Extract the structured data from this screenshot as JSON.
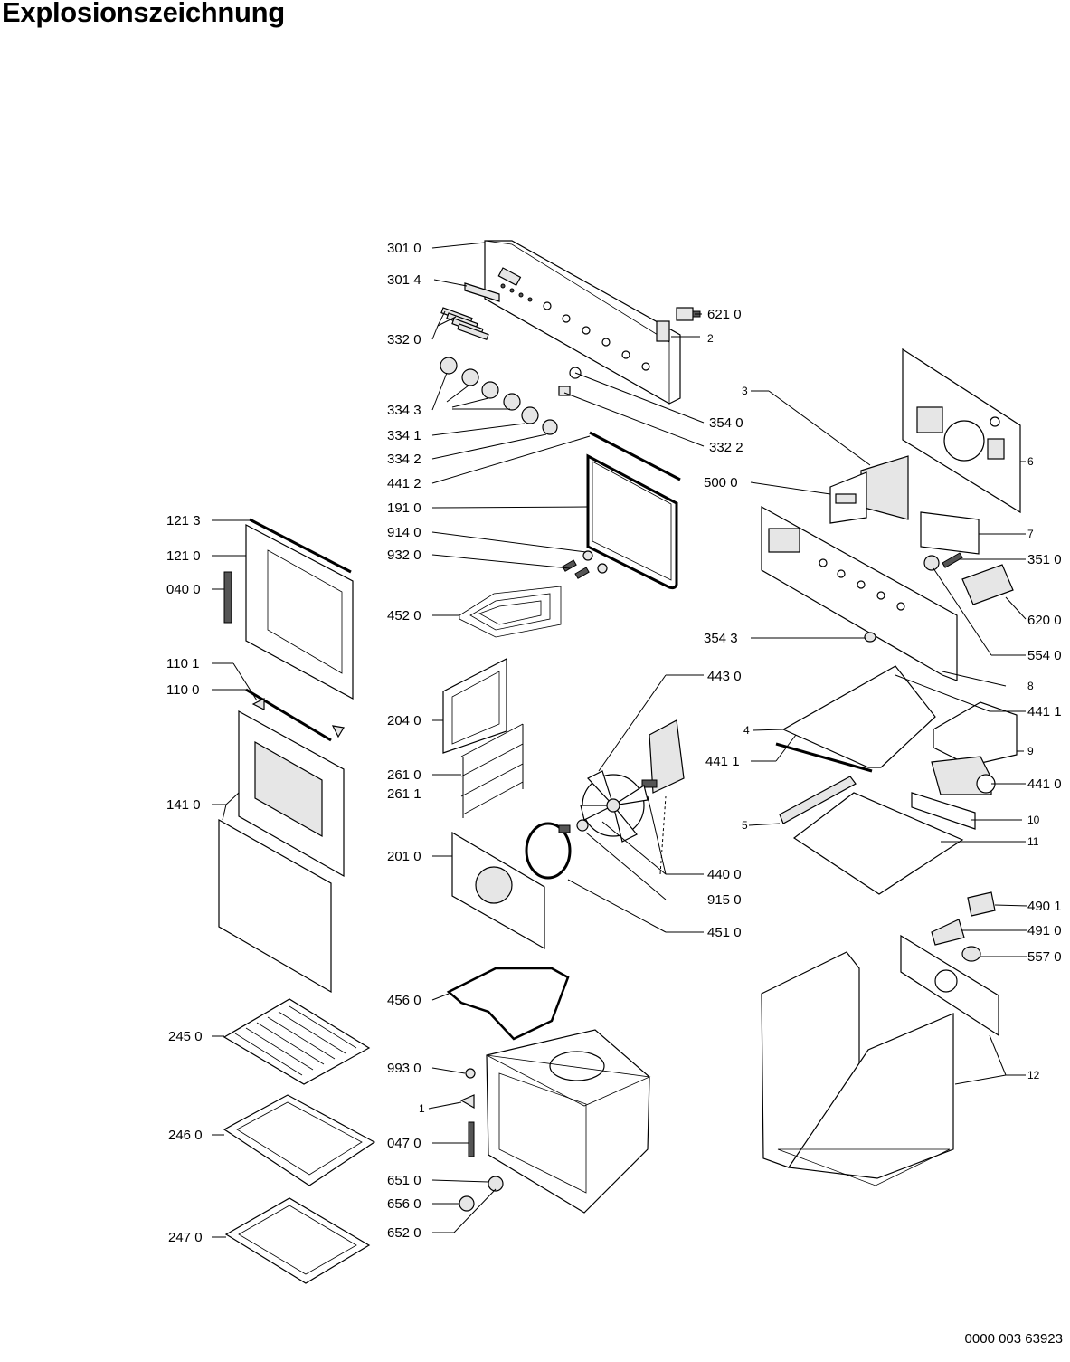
{
  "page": {
    "title": "Explosionszeichnung",
    "document_number": "0000 003 63923"
  },
  "callouts": [
    {
      "id": "c-3010",
      "text": "301 0"
    },
    {
      "id": "c-3014",
      "text": "301 4"
    },
    {
      "id": "c-6210",
      "text": "621 0"
    },
    {
      "id": "c-2",
      "text": "2"
    },
    {
      "id": "c-3320",
      "text": "332 0"
    },
    {
      "id": "c-3343",
      "text": "334 3"
    },
    {
      "id": "c-3341",
      "text": "334 1"
    },
    {
      "id": "c-3342",
      "text": "334 2"
    },
    {
      "id": "c-3540",
      "text": "354 0"
    },
    {
      "id": "c-3322",
      "text": "332 2"
    },
    {
      "id": "c-4412",
      "text": "441 2"
    },
    {
      "id": "c-1910",
      "text": "191 0"
    },
    {
      "id": "c-9140",
      "text": "914 0"
    },
    {
      "id": "c-9320",
      "text": "932 0"
    },
    {
      "id": "c-4520",
      "text": "452 0"
    },
    {
      "id": "c-3",
      "text": "3"
    },
    {
      "id": "c-6",
      "text": "6"
    },
    {
      "id": "c-5000",
      "text": "500 0"
    },
    {
      "id": "c-7",
      "text": "7"
    },
    {
      "id": "c-3510",
      "text": "351 0"
    },
    {
      "id": "c-6200",
      "text": "620 0"
    },
    {
      "id": "c-3543",
      "text": "354 3"
    },
    {
      "id": "c-5540",
      "text": "554 0"
    },
    {
      "id": "c-8",
      "text": "8"
    },
    {
      "id": "c-4430",
      "text": "443 0"
    },
    {
      "id": "c-4411a",
      "text": "441 1"
    },
    {
      "id": "c-4",
      "text": "4"
    },
    {
      "id": "c-4411b",
      "text": "441 1"
    },
    {
      "id": "c-9",
      "text": "9"
    },
    {
      "id": "c-4410",
      "text": "441 0"
    },
    {
      "id": "c-5",
      "text": "5"
    },
    {
      "id": "c-10",
      "text": "10"
    },
    {
      "id": "c-11",
      "text": "11"
    },
    {
      "id": "c-4400",
      "text": "440 0"
    },
    {
      "id": "c-9150",
      "text": "915 0"
    },
    {
      "id": "c-4510",
      "text": "451 0"
    },
    {
      "id": "c-1213",
      "text": "121 3"
    },
    {
      "id": "c-1210",
      "text": "121 0"
    },
    {
      "id": "c-0400",
      "text": "040 0"
    },
    {
      "id": "c-1101",
      "text": "110 1"
    },
    {
      "id": "c-1100",
      "text": "110 0"
    },
    {
      "id": "c-1410",
      "text": "141 0"
    },
    {
      "id": "c-2040",
      "text": "204 0"
    },
    {
      "id": "c-2610",
      "text": "261 0"
    },
    {
      "id": "c-2611",
      "text": "261 1"
    },
    {
      "id": "c-2010",
      "text": "201 0"
    },
    {
      "id": "c-4901",
      "text": "490 1"
    },
    {
      "id": "c-4910",
      "text": "491 0"
    },
    {
      "id": "c-5570",
      "text": "557 0"
    },
    {
      "id": "c-12",
      "text": "12"
    },
    {
      "id": "c-4560",
      "text": "456 0"
    },
    {
      "id": "c-9930",
      "text": "993 0"
    },
    {
      "id": "c-1",
      "text": "1"
    },
    {
      "id": "c-0470",
      "text": "047 0"
    },
    {
      "id": "c-6510",
      "text": "651 0"
    },
    {
      "id": "c-6560",
      "text": "656 0"
    },
    {
      "id": "c-6520",
      "text": "652 0"
    },
    {
      "id": "c-2450",
      "text": "245 0"
    },
    {
      "id": "c-2460",
      "text": "246 0"
    },
    {
      "id": "c-2470",
      "text": "247 0"
    }
  ]
}
